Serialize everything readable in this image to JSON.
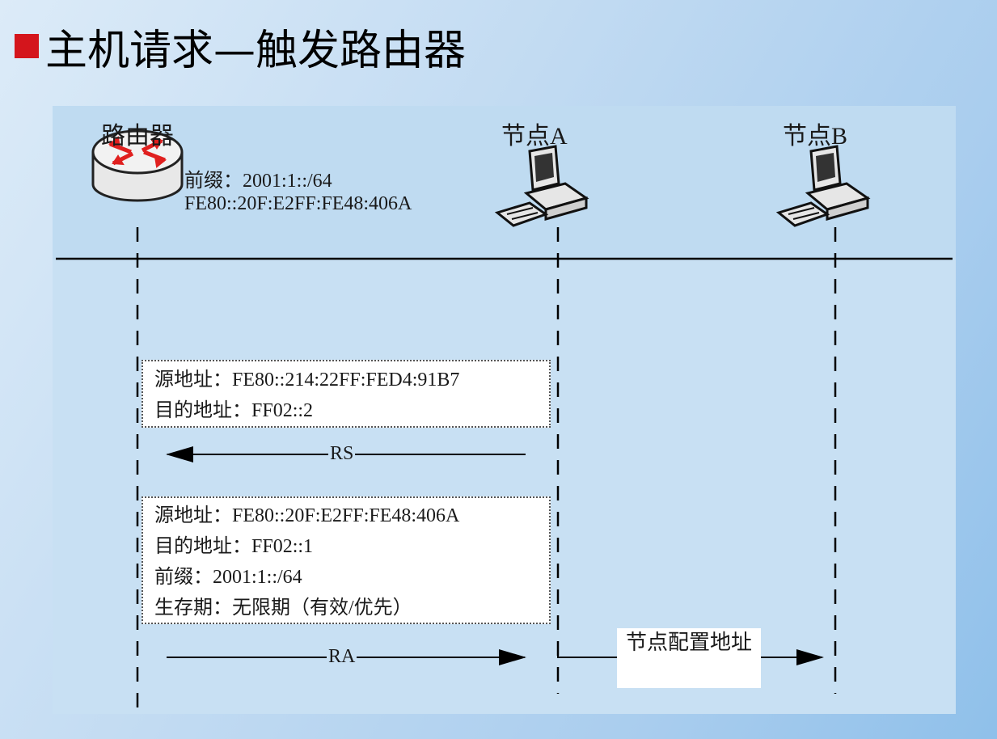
{
  "title": "主机请求—触发路由器",
  "nodes": {
    "router": "路由器",
    "node_a": "节点A",
    "node_b": "节点B"
  },
  "router_info": {
    "prefix": "前缀：2001:1::/64",
    "link_local": "FE80::20F:E2FF:FE48:406A"
  },
  "rs_message": {
    "src": "源地址：FE80::214:22FF:FED4:91B7",
    "dst": "目的地址：FF02::2",
    "label": "RS"
  },
  "ra_message": {
    "src": "源地址：FE80::20F:E2FF:FE48:406A",
    "dst": "目的地址：FF02::1",
    "prefix": "前缀：2001:1::/64",
    "lifetime": "生存期：无限期（有效/优先）",
    "label": "RA"
  },
  "config_label": "节点配置地址",
  "colors": {
    "bullet": "#d4151c",
    "panel": "#c8e0f3",
    "router_arrows": "#e0201f"
  },
  "icons": [
    "router-icon",
    "computer-icon"
  ]
}
